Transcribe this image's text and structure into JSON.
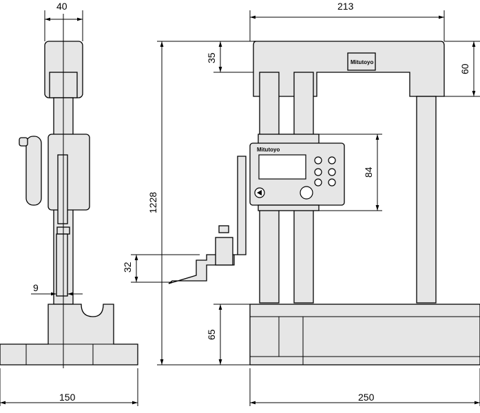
{
  "drawing": {
    "brand_logo": "Mitutoyo",
    "dimensions": {
      "side_width": "40",
      "frame_width": "213",
      "top_beam_inner": "35",
      "top_beam_height": "60",
      "display_height": "84",
      "total_height": "1228",
      "scriber_height": "32",
      "scriber_offset": "9",
      "base_height": "65",
      "side_base_width": "150",
      "base_width": "250"
    }
  }
}
